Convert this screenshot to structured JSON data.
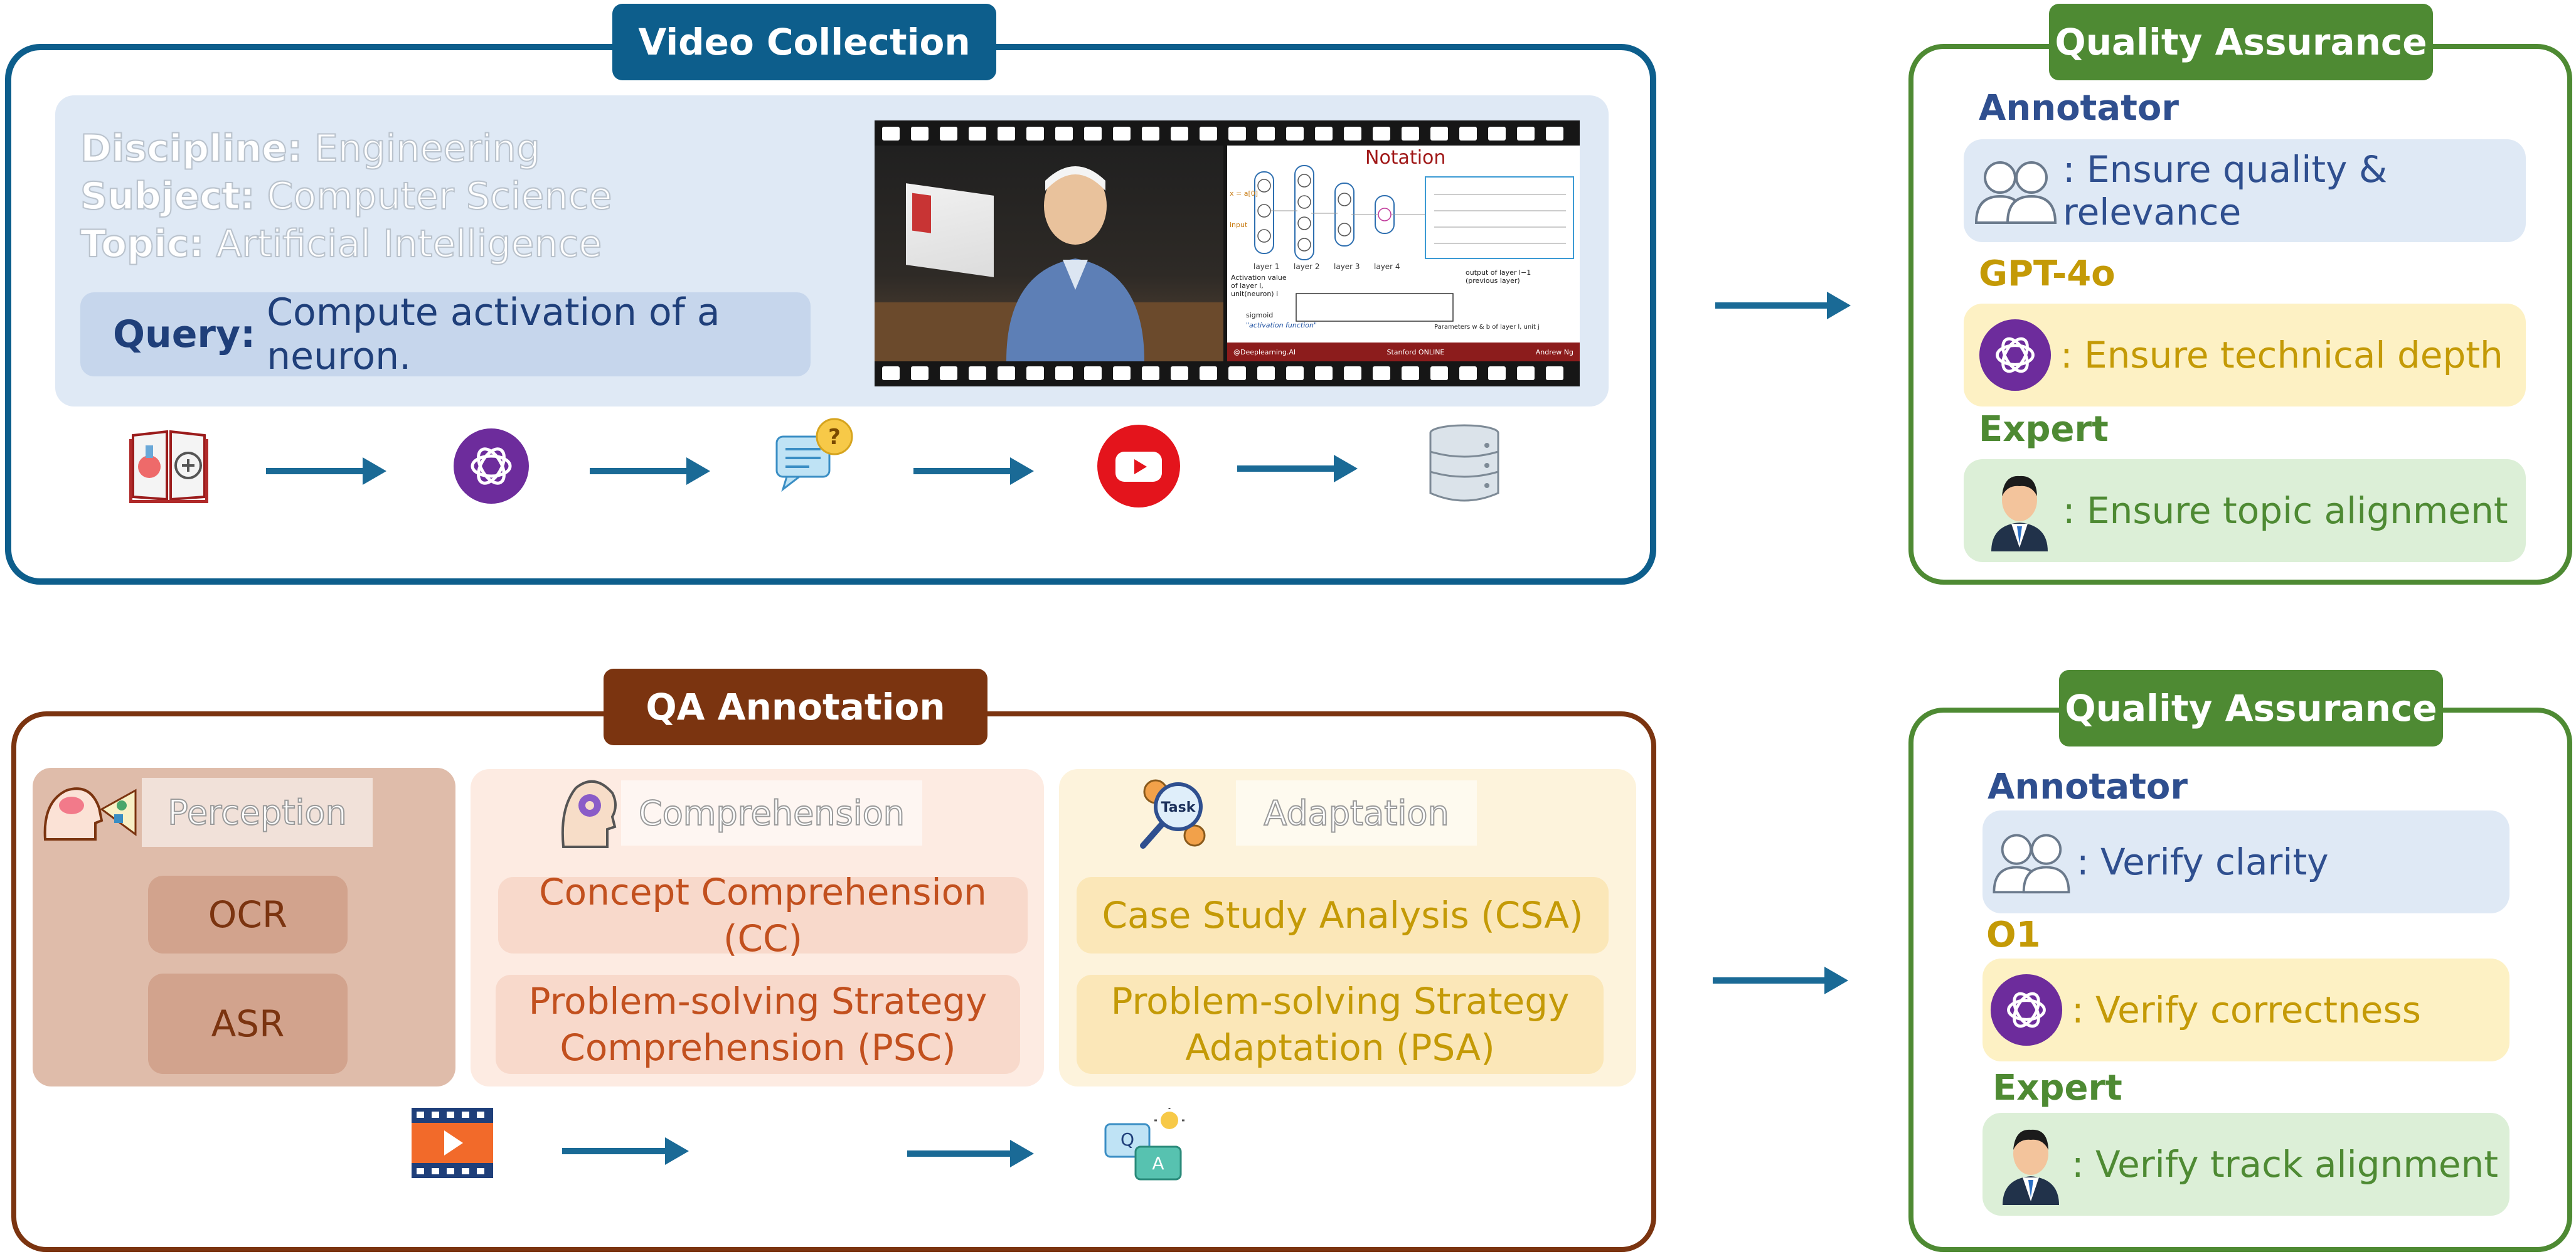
{
  "top": {
    "video_collection_title": "Video Collection",
    "metadata": {
      "discipline_label": "Discipline:",
      "discipline_value": "Engineering",
      "subject_label": "Subject:",
      "subject_value": "Computer Science",
      "topic_label": "Topic:",
      "topic_value": "Artificial Intelligence"
    },
    "query_label": "Query:",
    "query_text": "Compute activation of a neuron.",
    "slide": {
      "title": "Notation",
      "layer_labels": [
        "layer 1",
        "layer 2",
        "layer 3",
        "layer 4"
      ],
      "activation_note": "Activation value of layer l, unit(neuron) i",
      "output_note": "output of layer l−1 (previous layer)",
      "sigmoid_note": "sigmoid",
      "sigmoid_script": "\"activation function\"",
      "params_note": "Parameters w & b of layer l, unit j",
      "footer_left": "@Deeplearning.AI",
      "footer_mid": "Stanford ONLINE",
      "footer_right": "Andrew Ng",
      "side_labels": [
        "x = a[0]",
        "input"
      ]
    },
    "pipeline_icons": [
      "book-icon",
      "openai-icon",
      "question-chat-icon",
      "youtube-icon",
      "database-icon"
    ]
  },
  "qa_top": {
    "title": "Quality Assurance",
    "roles": [
      {
        "role": "Annotator",
        "text": ": Ensure quality & relevance",
        "icon": "users-icon"
      },
      {
        "role": "GPT-4o",
        "text": ": Ensure technical depth",
        "icon": "openai-icon"
      },
      {
        "role": "Expert",
        "text": ": Ensure topic alignment",
        "icon": "expert-avatar-icon"
      }
    ]
  },
  "annotation": {
    "title": "QA Annotation",
    "categories": [
      {
        "title": "Perception",
        "items": [
          "OCR",
          "ASR"
        ]
      },
      {
        "title": "Comprehension",
        "items": [
          "Concept Comprehension (CC)",
          "Problem-solving Strategy\nComprehension (PSC)"
        ]
      },
      {
        "title": "Adaptation",
        "items": [
          "Case Study Analysis (CSA)",
          "Problem-solving Strategy\nAdaptation (PSA)"
        ]
      }
    ],
    "pipeline_icons": [
      "video-icon",
      "qa-bubble-icon"
    ]
  },
  "qa_bottom": {
    "title": "Quality Assurance",
    "roles": [
      {
        "role": "Annotator",
        "text": ": Verify clarity",
        "icon": "users-icon"
      },
      {
        "role": "O1",
        "text": ": Verify correctness",
        "icon": "openai-icon"
      },
      {
        "role": "Expert",
        "text": ": Verify track alignment",
        "icon": "expert-avatar-icon"
      }
    ]
  },
  "colors": {
    "blue_dark": "#0d5e8c",
    "brown_dark": "#7b3410",
    "green_dark": "#4e8a33",
    "annotator_text": "#2f4f8f",
    "gpt_text": "#c49a06",
    "expert_text": "#4e8a33",
    "arrow": "#1a6a96"
  }
}
